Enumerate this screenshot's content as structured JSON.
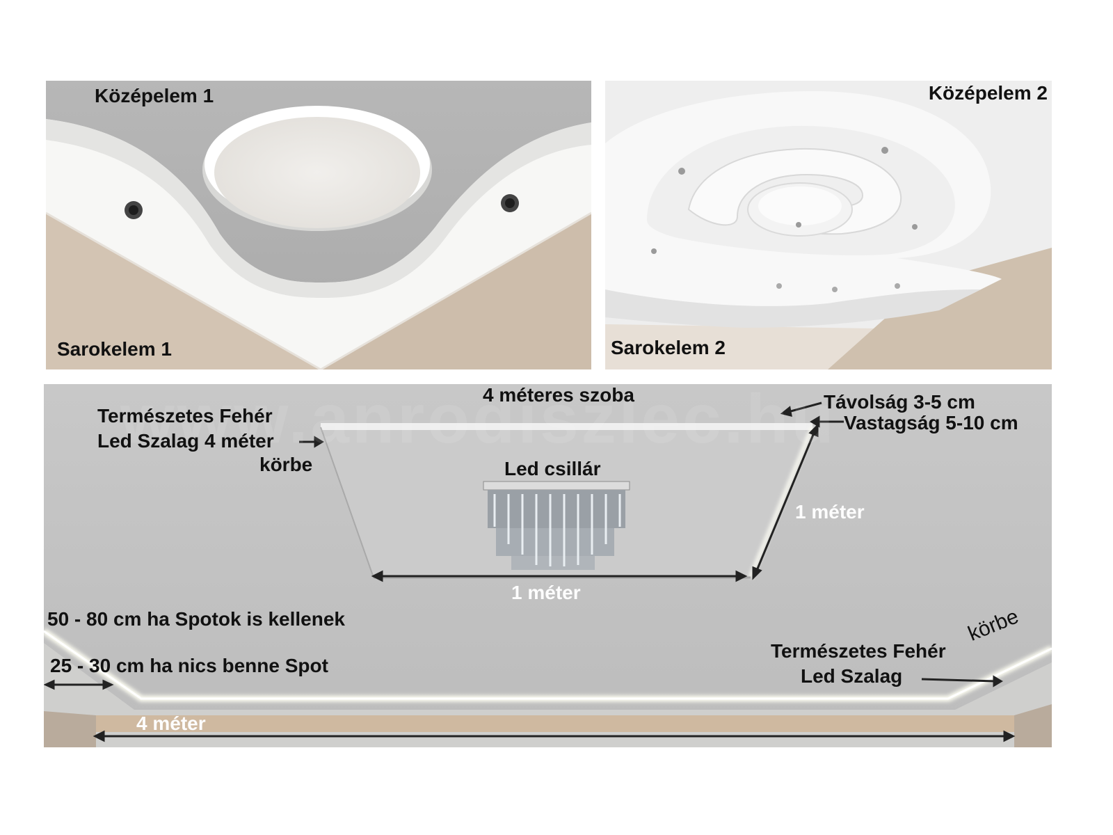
{
  "panel1": {
    "top_label": "Középelem 1",
    "bottom_label": "Sarokelem 1"
  },
  "panel2": {
    "top_label": "Középelem 2",
    "bottom_label": "Sarokelem 2"
  },
  "panel3": {
    "watermark": "www.anrodiszlec.hu",
    "room_label": "4 méteres szoba",
    "led_strip_top_lines": [
      "Természetes Fehér",
      "Led Szalag 4 méter",
      "körbe"
    ],
    "distance_label": "Távolság  3-5 cm",
    "thickness_label": "Vastagság  5-10 cm",
    "chandelier_label": "Led csillár",
    "side_dimension": "1 méter",
    "bottom_dimension": "1 méter",
    "spots_note": "50 - 80 cm ha Spotok is kellenek",
    "no_spots_note": "25 - 30 cm ha nics benne Spot",
    "width_dimension": "4 méter",
    "led_strip_bottom_lines": [
      "Természetes Fehér",
      "Led Szalag"
    ],
    "around_label": "körbe"
  },
  "colors": {
    "ceiling_gray": "#bfbfbf",
    "wall_beige": "#d2c3b3",
    "plaster_white": "#f6f6f4",
    "arrow": "#222222"
  }
}
